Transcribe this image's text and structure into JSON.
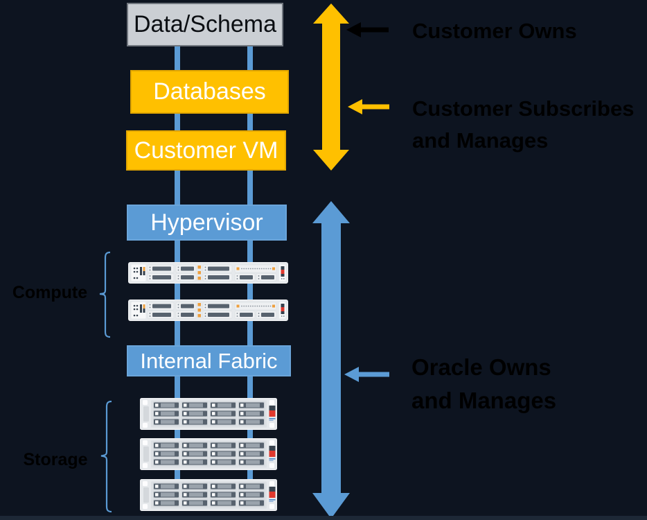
{
  "colors": {
    "bg": "#0d1420",
    "footer": "#1d2836",
    "gold": "#ffc000",
    "gold_border": "#e2a600",
    "blue": "#5b9bd5",
    "blue_border": "#6ba5da",
    "gray_fill": "#cbcfd4",
    "gray_border": "#70767e",
    "black": "#000000",
    "white": "#ffffff",
    "chassis": "#e6e9ec",
    "chassis_edge": "#f3f4f6",
    "slot_dark": "#57626e",
    "accent_orange": "#ee9f3d",
    "status_red": "#e0392e"
  },
  "stack": {
    "data_schema": "Data/Schema",
    "databases": "Databases",
    "customer_vm": "Customer VM",
    "hypervisor": "Hypervisor",
    "internal_fabric": "Internal Fabric"
  },
  "groups": {
    "compute": "Compute",
    "storage": "Storage"
  },
  "annotations": {
    "customer_owns": "Customer Owns",
    "customer_subscribes_line1": "Customer Subscribes",
    "customer_subscribes_line2": "and Manages",
    "oracle_owns_line1": "Oracle Owns",
    "oracle_owns_line2": "and Manages"
  },
  "icons": {
    "compute_server": "compute-server-icon",
    "storage_server": "storage-server-icon",
    "customer_scope_arrow": "double-arrow-vertical-gold",
    "oracle_scope_arrow": "double-arrow-vertical-blue",
    "customer_owns_pointer": "left-arrow-black",
    "customer_subscribes_pointer": "left-arrow-gold",
    "oracle_owns_pointer": "left-arrow-blue"
  },
  "counts": {
    "compute_servers": 2,
    "storage_servers": 3
  }
}
